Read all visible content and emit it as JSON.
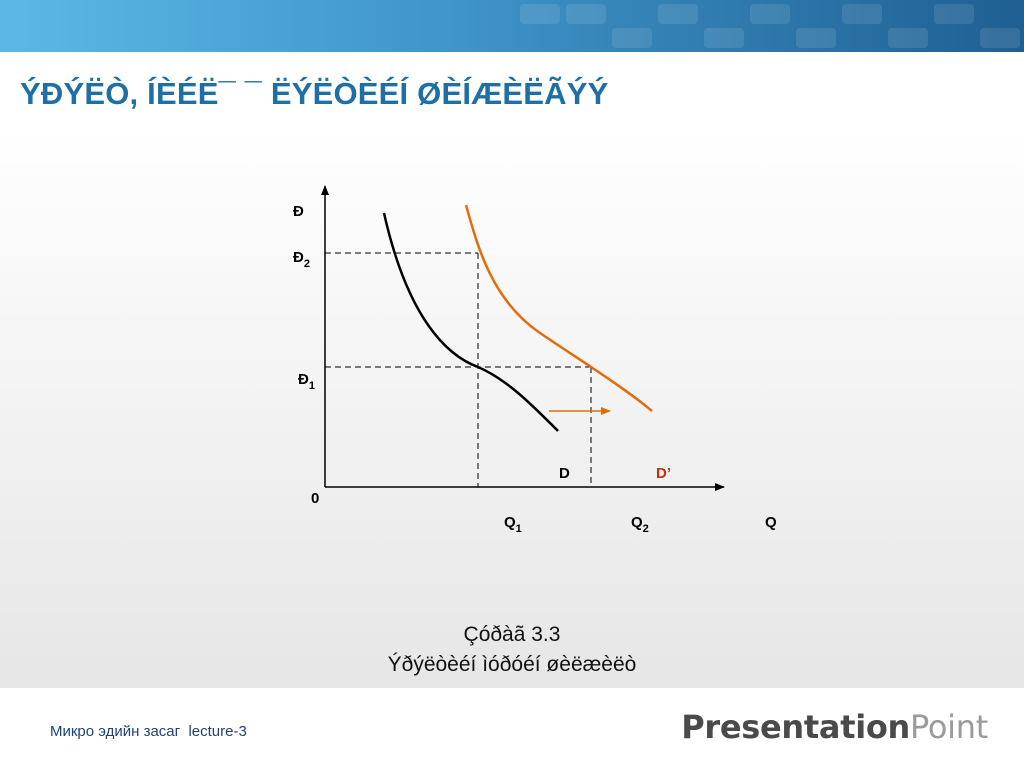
{
  "slide": {
    "title": "ÝÐÝËÒ, ÍÈÉË¯ ¯ ËÝËÒÈÉÍ ØÈÍÆÈËÃÝÝ",
    "caption_line1": "Çóðàã 3.3",
    "caption_line2": "Ýðýëòèéí ìóðóéí øèëæèëò",
    "footer_text": "Микро эдийн засаг  lecture-3",
    "logo_bold": "Presentation",
    "logo_light": "Point",
    "colors": {
      "header": "#3f94c8",
      "title": "#1d6fa5",
      "curve_D": "#000000",
      "curve_D_prime": "#e36c0a",
      "label_D_prime": "#c0300a"
    }
  },
  "chart_data": {
    "type": "line",
    "y_axis_label": "Ð",
    "x_axis_label": "Q",
    "origin_label": "0",
    "price_levels": [
      {
        "main": "Ð",
        "sub": "2"
      },
      {
        "main": "Ð",
        "sub": "1"
      }
    ],
    "quantity_levels": [
      {
        "main": "Q",
        "sub": "1"
      },
      {
        "main": "Q",
        "sub": "2"
      }
    ],
    "series": [
      {
        "name": "D",
        "color": "#000000"
      },
      {
        "name": "D’",
        "color": "#e36c0a"
      }
    ],
    "shift_arrow": "right",
    "grid": false
  }
}
